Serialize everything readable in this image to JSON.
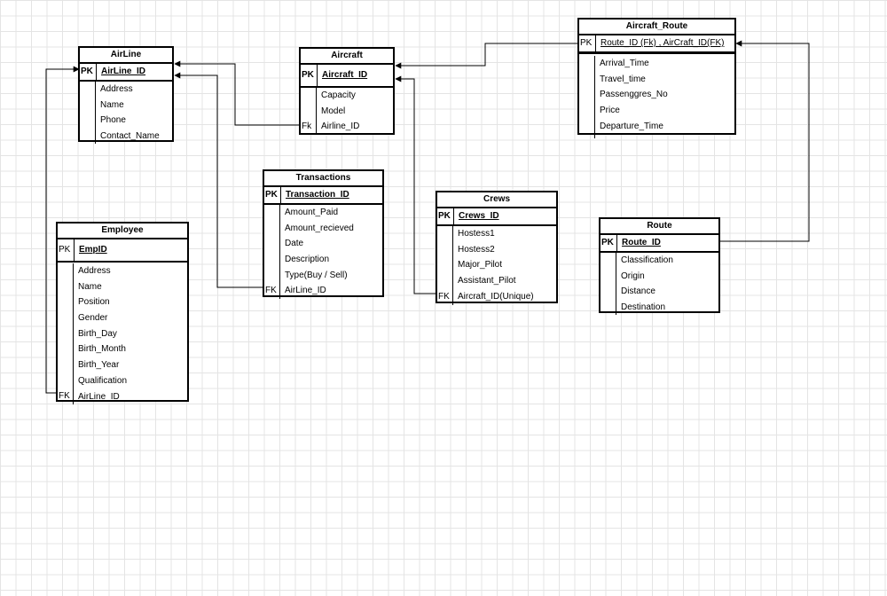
{
  "entities": {
    "airline": {
      "title": "AirLine",
      "pk_tag": "PK",
      "pk": "AirLine_ID",
      "fields": [
        "Address",
        "Name",
        "Phone",
        "Contact_Name"
      ]
    },
    "aircraft": {
      "title": "Aircraft",
      "pk_tag": "PK",
      "pk": "Aircraft_ID",
      "fields": [
        "Capacity",
        "Model",
        "Airline_ID"
      ],
      "fk_tag": "Fk"
    },
    "aircraft_route": {
      "title": "Aircraft_Route",
      "pk_tag": "PK",
      "pk": "Route_ID (Fk) , AirCraft_ID(FK)",
      "fields": [
        "Arrival_Time",
        "Travel_time",
        "Passenggres_No",
        "Price",
        "Departure_Time"
      ]
    },
    "transactions": {
      "title": "Transactions",
      "pk_tag": "PK",
      "pk": "Transaction_ID",
      "fields": [
        "Amount_Paid",
        "Amount_recieved",
        "Date",
        "Description",
        "Type(Buy / Sell)",
        "AirLine_ID"
      ],
      "fk_tag": "FK"
    },
    "crews": {
      "title": "Crews",
      "pk_tag": "PK",
      "pk": "Crews_ID",
      "fields": [
        "Hostess1",
        "Hostess2",
        "Major_Pilot",
        "Assistant_Pilot",
        "Aircraft_ID(Unique)"
      ],
      "fk_tag": "FK"
    },
    "employee": {
      "title": "Employee",
      "pk_tag": "PK",
      "pk": "EmpID",
      "fields": [
        "Address",
        "Name",
        "Position",
        "Gender",
        "Birth_Day",
        "Birth_Month",
        "Birth_Year",
        "Qualification",
        "AirLine_ID"
      ],
      "fk_tag": "FK"
    },
    "route": {
      "title": "Route",
      "pk_tag": "PK",
      "pk": "Route_ID",
      "fields": [
        "Classification",
        "Origin",
        "Distance",
        "Destination"
      ]
    }
  }
}
